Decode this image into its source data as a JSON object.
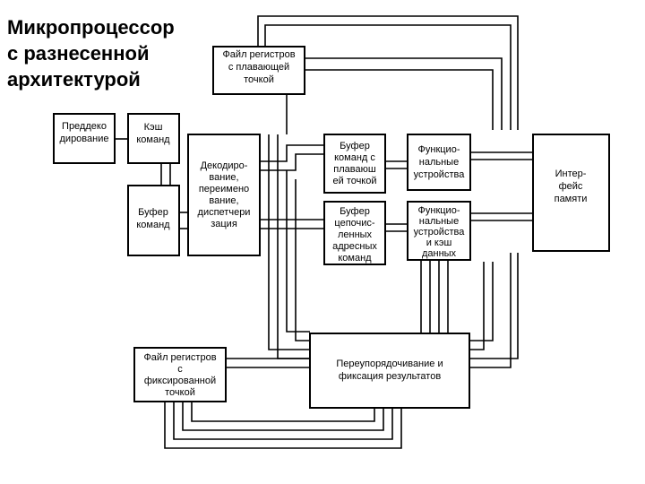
{
  "title": [
    "Микропроцессор",
    "с разнесенной",
    "архитектурой"
  ],
  "blocks": {
    "fp_registers": [
      "Файл регистров",
      "с плавающей",
      "точкой"
    ],
    "predecode": [
      "Преддеко",
      "дирование"
    ],
    "cache": [
      "Кэш",
      "команд"
    ],
    "decode": [
      "Декодиро-",
      "вание,",
      "переимено",
      "вание,",
      "диспетчери",
      "зация"
    ],
    "cmd_buffer": [
      "Буфер",
      "команд"
    ],
    "fp_buffer": [
      "Буфер",
      "команд с",
      "плаваюш",
      "ей точкой"
    ],
    "int_buffer": [
      "Буфер",
      "цепочис-",
      "ленных",
      "адресных",
      "команд"
    ],
    "func_units": [
      "Функцио-",
      "нальные",
      "устройства"
    ],
    "func_units_cache": [
      "Функцио-",
      "нальные",
      "устройства",
      "и кэш",
      "данных"
    ],
    "mem_interface": [
      "Интер-",
      "фейс",
      "памяти"
    ],
    "int_registers": [
      "Файл регистров",
      "с",
      "фиксированной",
      "точкой"
    ],
    "reorder": [
      "Переупорядочивание и",
      "фиксация результатов"
    ]
  }
}
